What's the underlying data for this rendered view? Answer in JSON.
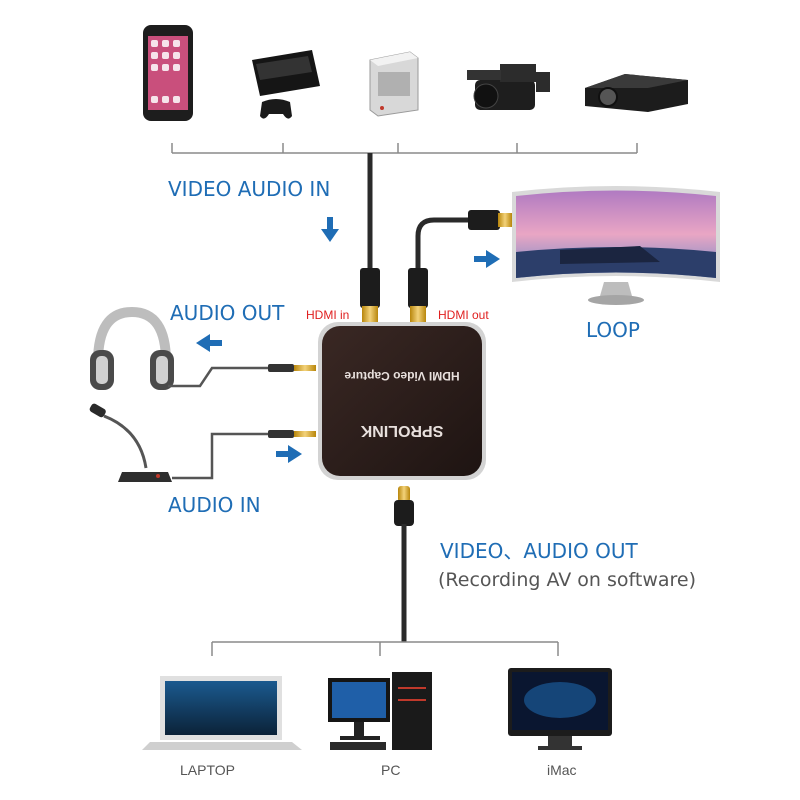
{
  "labels": {
    "video_audio_in": "VIDEO AUDIO IN",
    "audio_out": "AUDIO OUT",
    "audio_in": "AUDIO IN",
    "loop": "LOOP",
    "video_audio_out": "VIDEO、AUDIO OUT",
    "recording_note": "(Recording AV on software)",
    "hdmi_in": "HDMI in",
    "hdmi_out": "HDMI out"
  },
  "device": {
    "brand": "SPROLINK",
    "product": "HDMI Video Capture"
  },
  "outputs": {
    "laptop": "LAPTOP",
    "pc": "PC",
    "imac": "iMac"
  },
  "colors": {
    "label_blue": "#1f6db5",
    "port_red": "#e02020",
    "cable": "#2a2a2a",
    "device_body": "#2b1d1a"
  }
}
